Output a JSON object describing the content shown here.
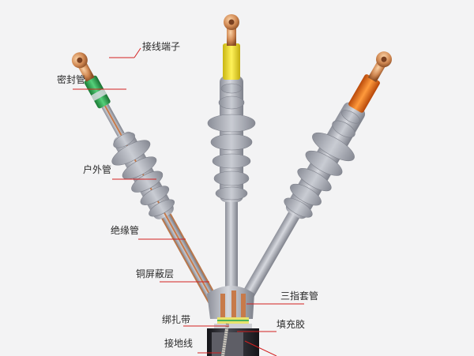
{
  "diagram": {
    "labels": {
      "terminal": "接线端子",
      "seal_tube": "密封管",
      "outdoor_tube": "户外管",
      "insulation_tube": "绝缘管",
      "copper_shield": "铜屏蔽层",
      "three_finger_sleeve": "三指套管",
      "binding_tape": "绑扎带",
      "filler": "填充胶",
      "ground_wire": "接地线"
    },
    "colors": {
      "leader": "#d32020",
      "phase_left": "#2aa14a",
      "phase_middle": "#f0de1c",
      "phase_right": "#e0650e",
      "copper": "#c77a4a",
      "bushing": "#a9acb6",
      "cable_jacket": "#2b2b30",
      "background": "#f3f3f4"
    }
  }
}
